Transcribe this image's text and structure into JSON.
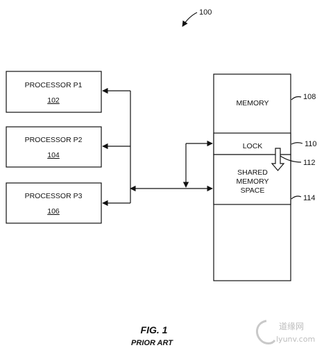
{
  "figure": {
    "ref_main": "100",
    "title": "FIG. 1",
    "subtitle": "PRIOR ART"
  },
  "processors": [
    {
      "label": "PROCESSOR  P1",
      "ref": "102"
    },
    {
      "label": "PROCESSOR  P2",
      "ref": "104"
    },
    {
      "label": "PROCESSOR  P3",
      "ref": "106"
    }
  ],
  "memory": {
    "label": "MEMORY",
    "ref": "108",
    "lock_label": "LOCK",
    "lock_ref": "110",
    "arrow_ref": "112",
    "shared_lines": [
      "SHARED",
      "MEMORY",
      "SPACE"
    ],
    "shared_ref": "114"
  },
  "watermark": {
    "line1": "道缘网",
    "line2": "lyunv.com"
  }
}
